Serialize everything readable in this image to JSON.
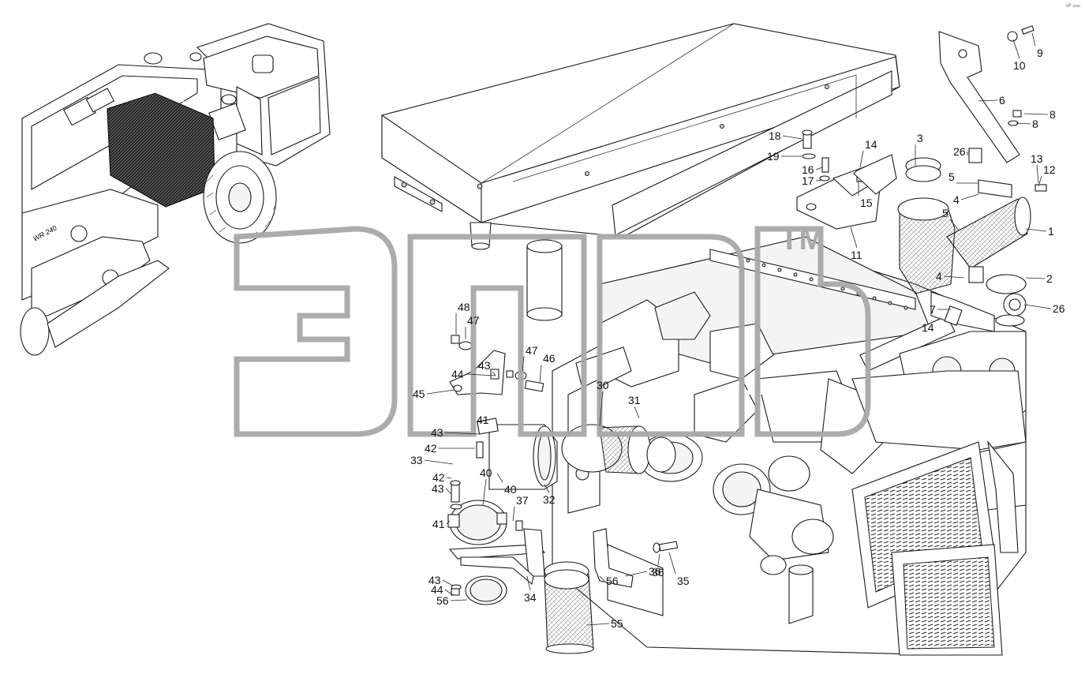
{
  "watermark": {
    "text": "ЭПЦ",
    "mark": "TM"
  },
  "corner_mark": "▫ᵒ ▫▫▫",
  "overview_label": "WR 240",
  "callouts": [
    "1",
    "2",
    "3",
    "4",
    "4",
    "5",
    "5",
    "6",
    "7",
    "8",
    "8",
    "9",
    "10",
    "11",
    "12",
    "13",
    "14",
    "14",
    "15",
    "16",
    "17",
    "18",
    "19",
    "26",
    "26",
    "30",
    "31",
    "32",
    "33",
    "34",
    "35",
    "36",
    "36",
    "37",
    "40",
    "40",
    "41",
    "41",
    "42",
    "42",
    "43",
    "43",
    "43",
    "43",
    "44",
    "44",
    "45",
    "46",
    "47",
    "47",
    "48",
    "55",
    "56",
    "56"
  ]
}
